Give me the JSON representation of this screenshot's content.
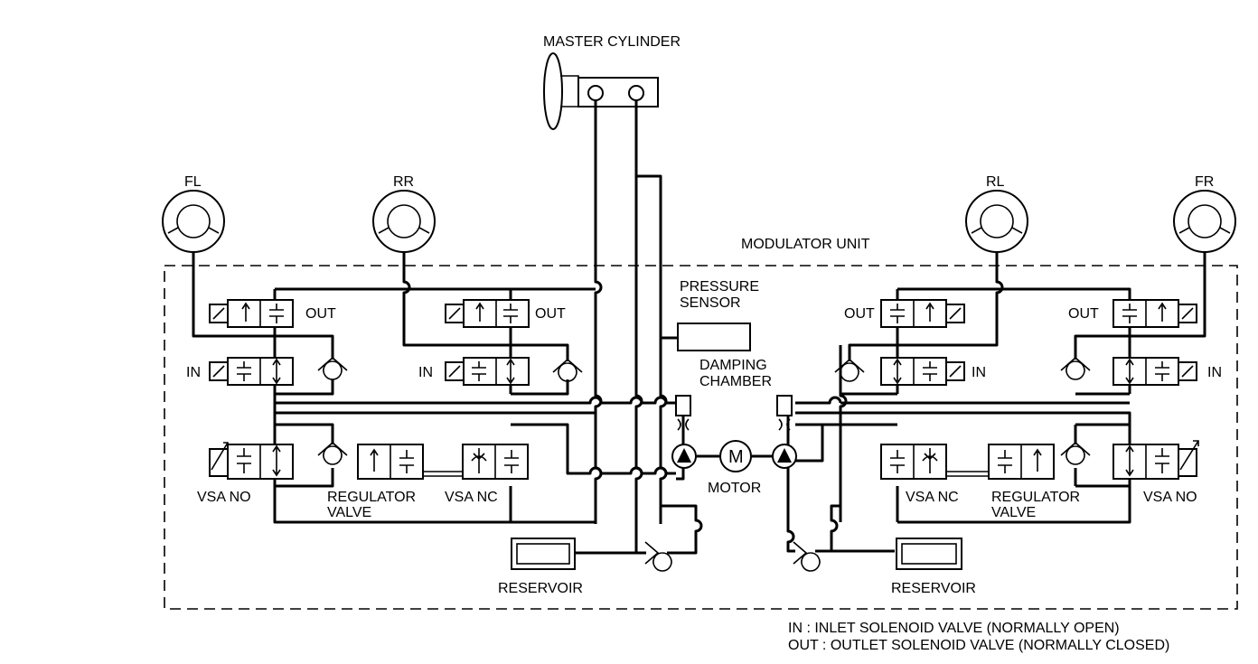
{
  "diagram": {
    "title_master_cylinder": "MASTER CYLINDER",
    "modulator_unit": "MODULATOR UNIT",
    "wheels": {
      "fl": "FL",
      "rr": "RR",
      "rl": "RL",
      "fr": "FR"
    },
    "labels": {
      "out": "OUT",
      "in": "IN",
      "vsa_no": "VSA NO",
      "vsa_nc": "VSA NC",
      "regulator": "REGULATOR",
      "valve": "VALVE",
      "pressure": "PRESSURE",
      "sensor": "SENSOR",
      "damping": "DAMPING",
      "chamber": "CHAMBER",
      "motor": "MOTOR",
      "motor_symbol": "M",
      "reservoir": "RESERVOIR"
    },
    "legend": {
      "in_line": "IN : INLET SOLENOID VALVE (NORMALLY OPEN)",
      "out_line": "OUT : OUTLET SOLENOID VALVE (NORMALLY CLOSED)"
    }
  }
}
